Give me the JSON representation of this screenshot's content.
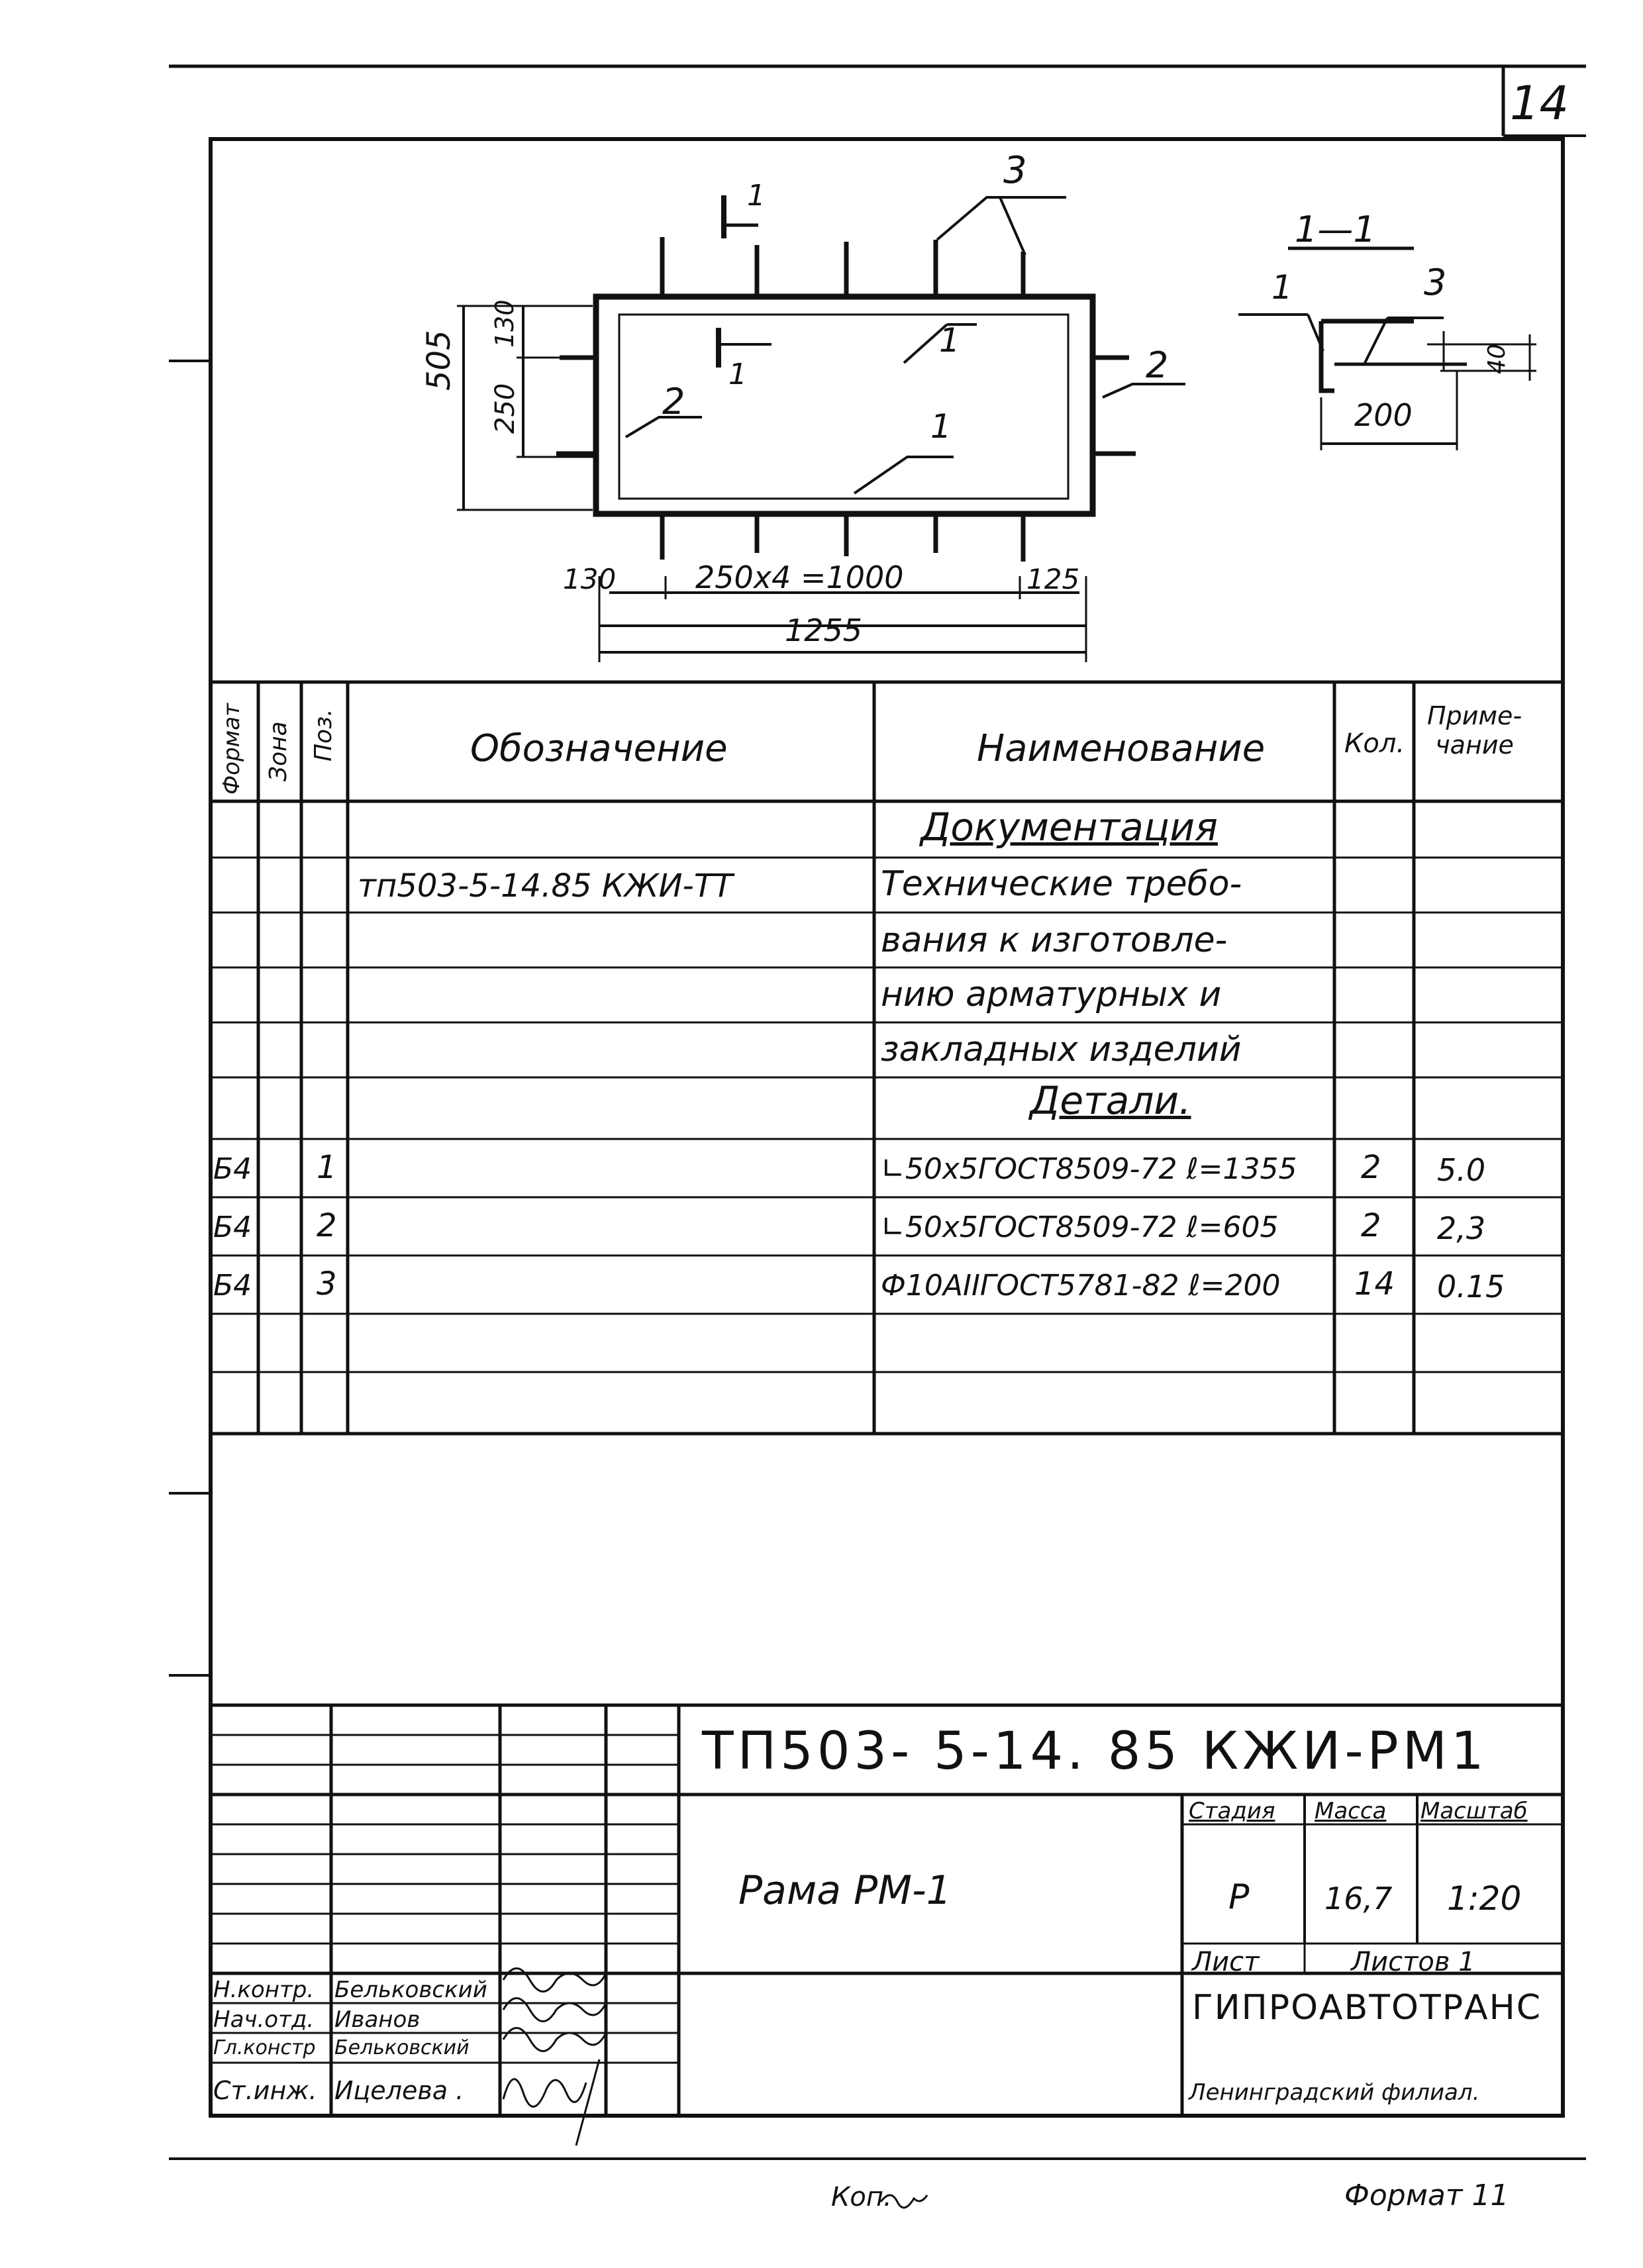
{
  "sheet_number": "14",
  "drawing": {
    "section_label": "1—1",
    "dims": {
      "d505": "505",
      "d130_top": "130",
      "d250_left": "250",
      "d130_bottom": "130",
      "d250x4": "250x4 =1000",
      "d125": "125",
      "d1255": "1255",
      "d200": "200",
      "d40": "40"
    },
    "callouts": {
      "c1_cut_top": "1",
      "c1_cut_bottom": "1",
      "c1_a": "1",
      "c1_b": "1",
      "c2_left": "2",
      "c2_right": "2",
      "c3_top": "3",
      "sec_1": "1",
      "sec_3": "3"
    }
  },
  "spec_table": {
    "headers": {
      "format": "Формат",
      "zone": "Зона",
      "pos": "Поз.",
      "designation": "Обозначение",
      "name": "Наименование",
      "qty": "Кол.",
      "note": "Приме-\nчание"
    },
    "rows": [
      {
        "format": "",
        "pos": "",
        "designation": "",
        "name": "Документация",
        "qty": "",
        "note": ""
      },
      {
        "format": "",
        "pos": "",
        "designation": "тп503-5-14.85 КЖИ-ТТ",
        "name": "Технические требо-",
        "qty": "",
        "note": ""
      },
      {
        "format": "",
        "pos": "",
        "designation": "",
        "name": "вания к изготовле-",
        "qty": "",
        "note": ""
      },
      {
        "format": "",
        "pos": "",
        "designation": "",
        "name": "нию арматурных и",
        "qty": "",
        "note": ""
      },
      {
        "format": "",
        "pos": "",
        "designation": "",
        "name": "закладных изделий",
        "qty": "",
        "note": ""
      },
      {
        "format": "",
        "pos": "",
        "designation": "",
        "name": "Детали.",
        "qty": "",
        "note": ""
      },
      {
        "format": "Б4",
        "pos": "1",
        "designation": "",
        "name": "∟50x5ГОСТ8509-72 ℓ=1355",
        "qty": "2",
        "note": "5.0"
      },
      {
        "format": "Б4",
        "pos": "2",
        "designation": "",
        "name": "∟50x5ГОСТ8509-72 ℓ=605",
        "qty": "2",
        "note": "2,3"
      },
      {
        "format": "Б4",
        "pos": "3",
        "designation": "",
        "name": "Ф10АIIГОСТ5781-82 ℓ=200",
        "qty": "14",
        "note": "0.15"
      },
      {
        "format": "",
        "pos": "",
        "designation": "",
        "name": "",
        "qty": "",
        "note": ""
      },
      {
        "format": "",
        "pos": "",
        "designation": "",
        "name": "",
        "qty": "",
        "note": ""
      }
    ]
  },
  "title_block": {
    "code": "ТП503- 5-14. 85 КЖИ-РМ1",
    "item_name": "Рама РМ-1",
    "stage_label": "Стадия",
    "mass_label": "Масса",
    "scale_label": "Масштаб",
    "stage": "Р",
    "mass": "16,7",
    "scale": "1:20",
    "sheet_label": "Лист",
    "sheets_label": "Листов 1",
    "org": "ГИПРОАВТОТРАНС",
    "branch": "Ленинградский филиал.",
    "signatures": [
      {
        "role": "Н.контр.",
        "name": "Бельковский"
      },
      {
        "role": "Нач.отд.",
        "name": "Иванов"
      },
      {
        "role": "Гл.констр",
        "name": "Бельковский"
      },
      {
        "role": "Ст.инж.",
        "name": "Ицелева ."
      }
    ]
  },
  "footer": {
    "copied": "Коп.",
    "format": "Формат 11"
  }
}
